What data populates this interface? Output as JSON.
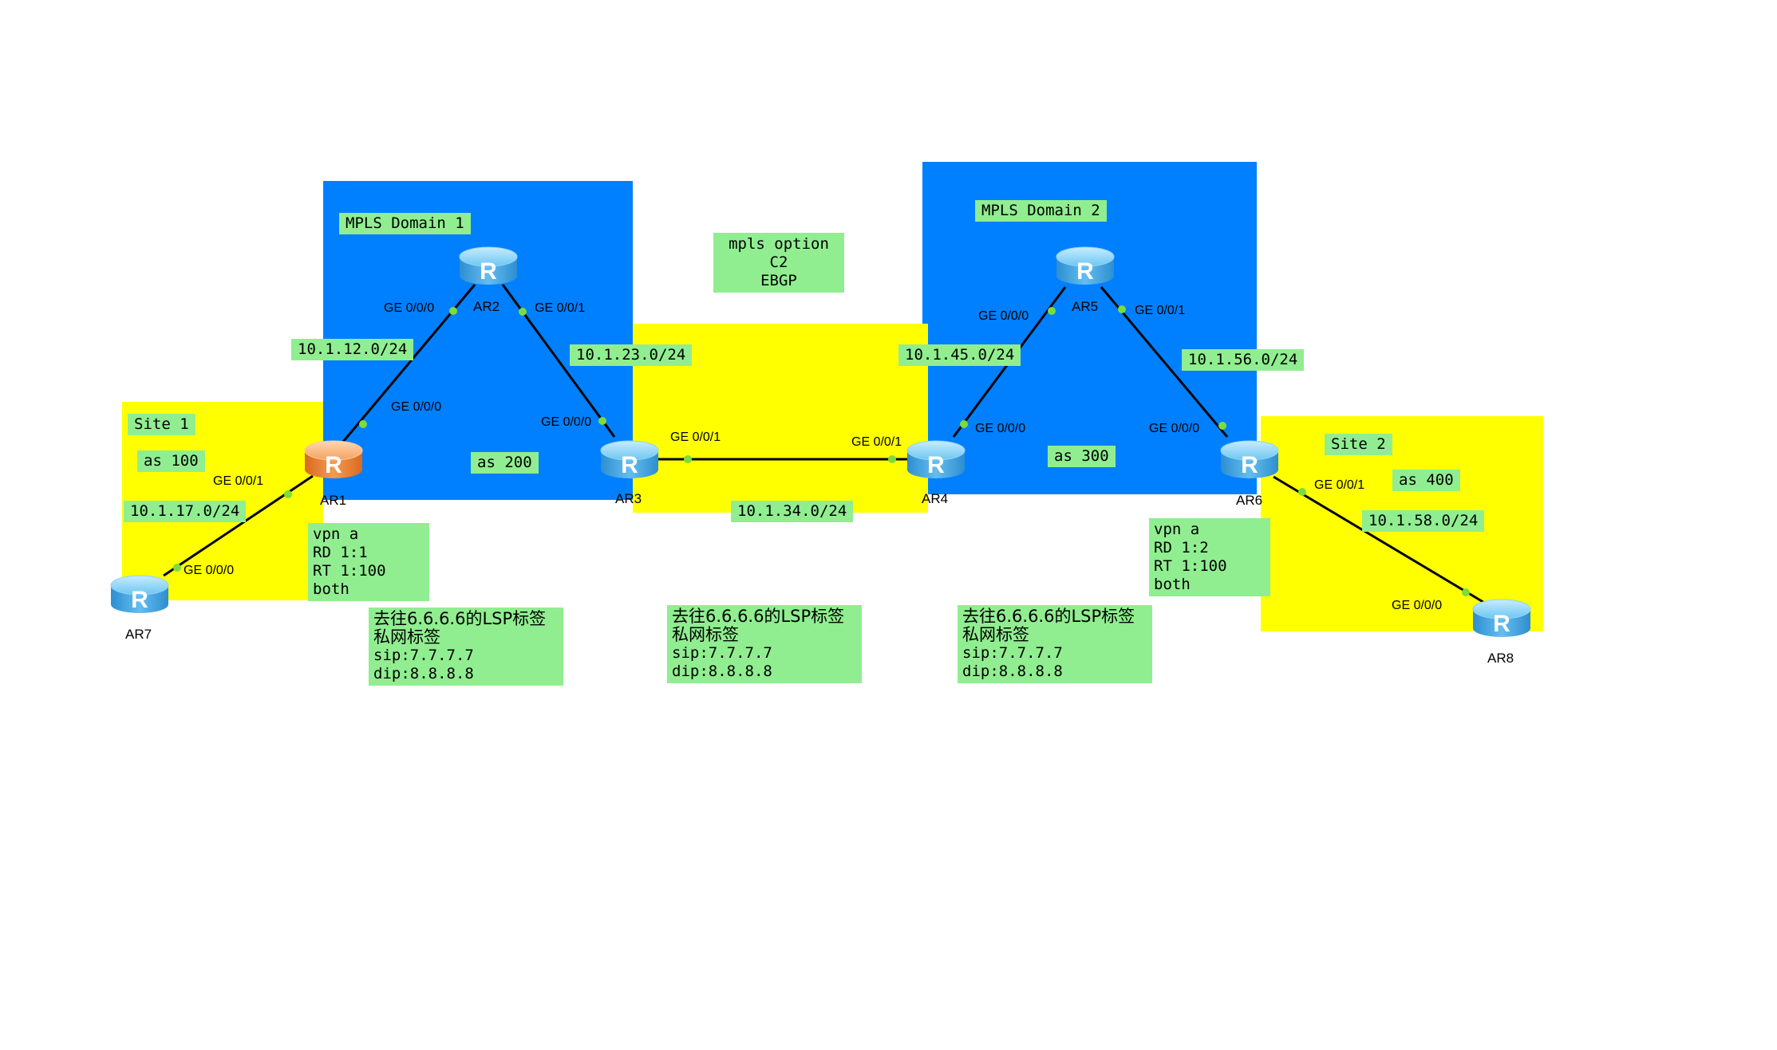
{
  "areas": {
    "mpls_domain_1": "MPLS Domain 1",
    "mpls_domain_2": "MPLS Domain 2",
    "site_1": "Site 1",
    "site_2": "Site 2"
  },
  "as_labels": {
    "as100": "as 100",
    "as200": "as 200",
    "as300": "as 300",
    "as400": "as 400"
  },
  "option_box": {
    "line1": "mpls option C2",
    "line2": "EBGP"
  },
  "routers": {
    "ar1": "AR1",
    "ar2": "AR2",
    "ar3": "AR3",
    "ar4": "AR4",
    "ar5": "AR5",
    "ar6": "AR6",
    "ar7": "AR7",
    "ar8": "AR8"
  },
  "subnets": {
    "s12": "10.1.12.0/24",
    "s23": "10.1.23.0/24",
    "s34": "10.1.34.0/24",
    "s45": "10.1.45.0/24",
    "s56": "10.1.56.0/24",
    "s17": "10.1.17.0/24",
    "s58": "10.1.58.0/24"
  },
  "interfaces": {
    "ar2_g000": "GE 0/0/0",
    "ar2_g001": "GE 0/0/1",
    "ar1_g000": "GE 0/0/0",
    "ar1_g001": "GE 0/0/1",
    "ar3_g000": "GE 0/0/0",
    "ar3_g001": "GE 0/0/1",
    "ar4_g001": "GE 0/0/1",
    "ar4_g000": "GE 0/0/0",
    "ar5_g000": "GE 0/0/0",
    "ar5_g001": "GE 0/0/1",
    "ar6_g000": "GE 0/0/0",
    "ar6_g001": "GE 0/0/1",
    "ar7_g000": "GE 0/0/0",
    "ar8_g000": "GE 0/0/0"
  },
  "vpn_left": {
    "line1": "vpn a",
    "line2": "RD 1:1",
    "line3": "RT 1:100 both"
  },
  "vpn_right": {
    "line1": "vpn a",
    "line2": "RD 1:2",
    "line3": "RT 1:100 both"
  },
  "label_notes": [
    {
      "line1": "去往6.6.6.6的LSP标签",
      "line2": "私网标签",
      "line3": "sip:7.7.7.7",
      "line4": "dip:8.8.8.8"
    },
    {
      "line1": "去往6.6.6.6的LSP标签",
      "line2": "私网标签",
      "line3": "sip:7.7.7.7",
      "line4": "dip:8.8.8.8"
    },
    {
      "line1": "去往6.6.6.6的LSP标签",
      "line2": "私网标签",
      "line3": "sip:7.7.7.7",
      "line4": "dip:8.8.8.8"
    }
  ],
  "colors": {
    "mpls_area": "#0080ff",
    "site_area": "#ffff00",
    "label_bg": "#90ee90",
    "router_blue": "#4fb3ea",
    "router_orange": "#f08a3c",
    "port_dot": "#7cdc3c"
  }
}
